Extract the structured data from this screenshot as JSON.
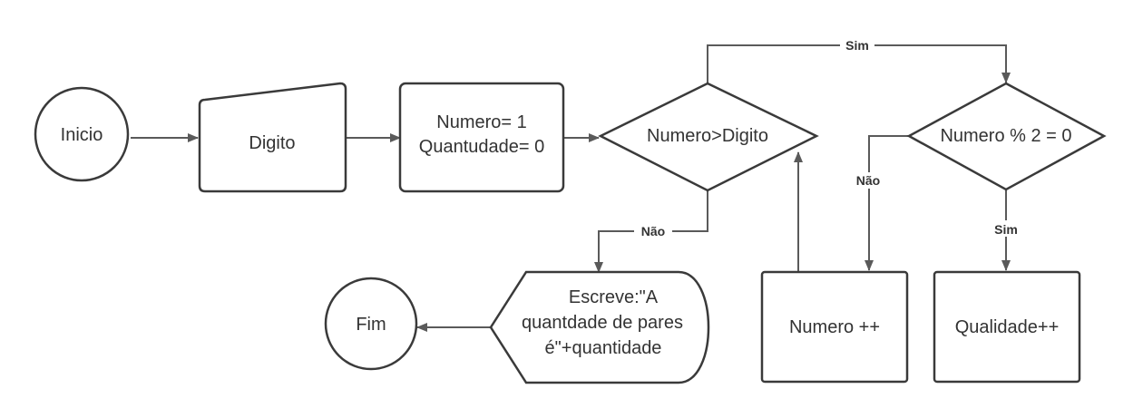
{
  "nodes": {
    "inicio": "Inicio",
    "digito": "Digito",
    "init_line1": "Numero= 1",
    "init_line2": "Quantudade= 0",
    "cond1": "Numero>Digito",
    "cond2": "Numero % 2 = 0",
    "output_line1": "Escreve:\"A",
    "output_line2": "quantdade de pares",
    "output_line3": "é\"+quantidade",
    "fim": "Fim",
    "inc_numero": "Numero ++",
    "inc_qualidade": "Qualidade++"
  },
  "edges": {
    "cond1_yes": "Sim",
    "cond1_no": "Não",
    "cond2_yes": "Sim",
    "cond2_no": "Não"
  },
  "colors": {
    "stroke": "#3a3a3a",
    "edge": "#5a5a5a",
    "text": "#333333",
    "background": "#ffffff"
  }
}
